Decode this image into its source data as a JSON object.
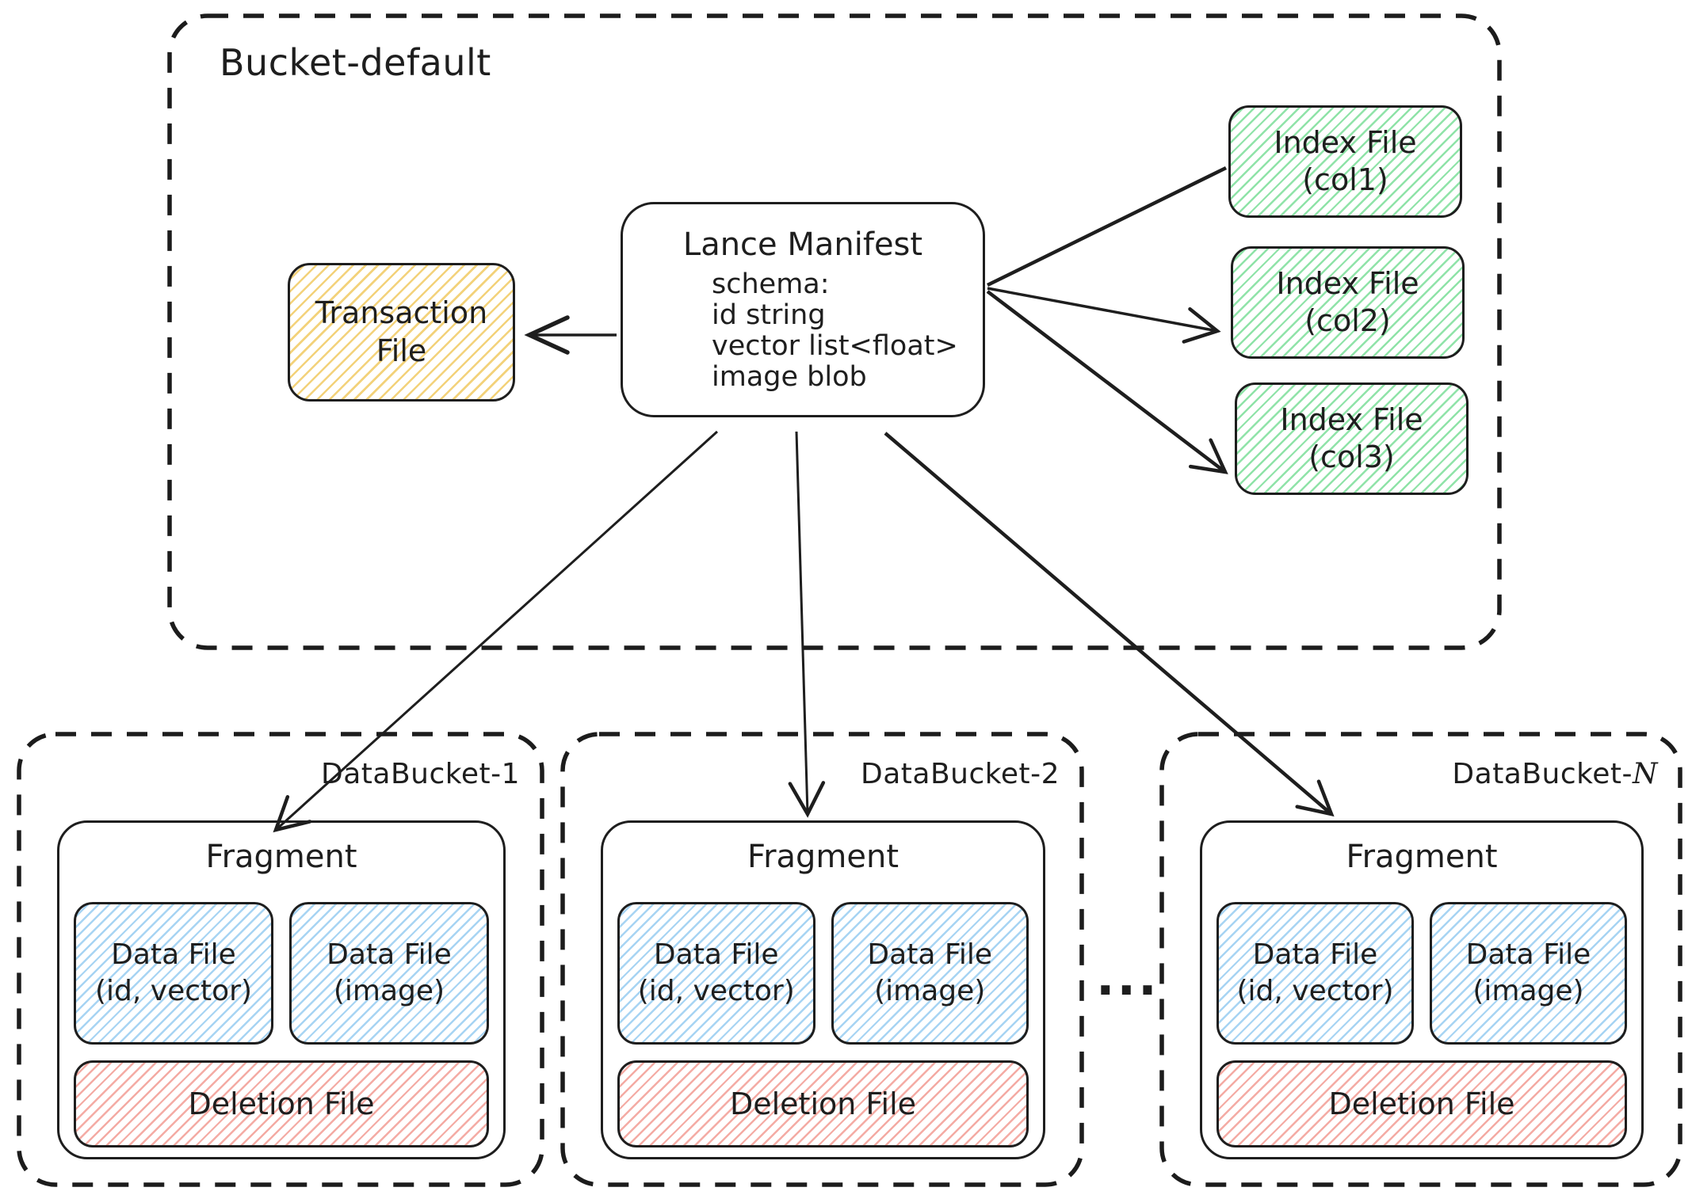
{
  "colors": {
    "ink": "#1e1e1e",
    "yellow-hatch": "#f3d27a",
    "green-hatch": "#8fe3a8",
    "blue-hatch": "#a7d4f3",
    "pink-hatch": "#f4aba4"
  },
  "bucket_default": {
    "label": "Bucket-default"
  },
  "transaction_file": {
    "line1": "Transaction",
    "line2": "File"
  },
  "lance_manifest": {
    "title": "Lance Manifest",
    "schema_lines": [
      "schema:",
      "id string",
      "vector list<float>",
      "image blob"
    ]
  },
  "index_files": [
    {
      "line1": "Index File",
      "line2": "(col1)"
    },
    {
      "line1": "Index File",
      "line2": "(col2)"
    },
    {
      "line1": "Index File",
      "line2": "(col3)"
    }
  ],
  "fragment": {
    "title": "Fragment",
    "data_file_a": {
      "line1": "Data File",
      "line2": "(id, vector)"
    },
    "data_file_b": {
      "line1": "Data File",
      "line2": "(image)"
    },
    "deletion_file": "Deletion File"
  },
  "data_buckets": [
    {
      "label": "DataBucket-1"
    },
    {
      "label": "DataBucket-2"
    },
    {
      "label_prefix": "DataBucket-",
      "label_suffix": "N"
    }
  ],
  "ellipsis": "..."
}
